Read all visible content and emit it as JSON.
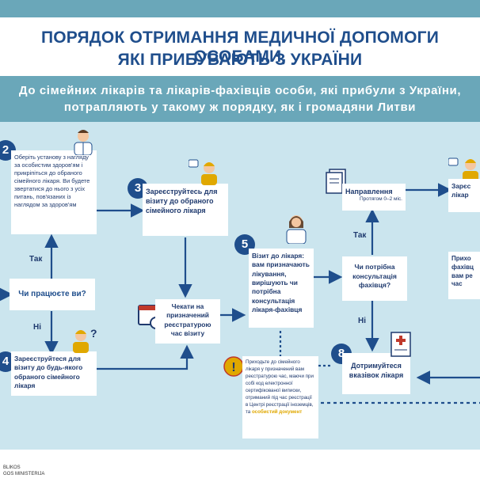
{
  "title": {
    "line1": "ПОРЯДОК ОТРИМАННЯ МЕДИЧНОЇ ДОПОМОГИ ОСОБАМИ,",
    "line2": "ЯКІ ПРИБУВАЮТЬ З УКРАЇНИ"
  },
  "subtitle": {
    "line1": "До сімейних лікарів та лікарів-фахівців особи, які прибули з України,",
    "line2": "потрапляють у такому ж порядку, як і громадяни Литви"
  },
  "steps": {
    "s2": {
      "num": "2",
      "text": "Оберіть установу з нагляду за особистим здоров'ям і прикріпіться до обраного сімейного лікаря. Ви будете звертатися до нього з усіх питань, пов'язаних із наглядом за здоров'ям"
    },
    "s3": {
      "num": "3",
      "text": "Зареєструйтесь для візиту до обраного сімейного лікаря"
    },
    "s4": {
      "num": "4",
      "text": "Зареєструйтеся для візиту до будь-якого обраного сімейного лікаря"
    },
    "s5": {
      "num": "5",
      "text": "Візит до лікаря: вам призначають лікування, вирішують чи потрібна консультація лікаря-фахівця"
    },
    "s8": {
      "num": "8",
      "text": "Дотримуйтеся вказівок лікаря"
    }
  },
  "question_work": "Чи працюєте ви?",
  "wait_box": "Чекати на призначений реєстратурою час візиту",
  "question_specialist": "Чи потрібна консультація фахівця?",
  "referral": {
    "title": "Направлення",
    "note": "Протягом 0–2 міс."
  },
  "right_top": "Зарєс лікар",
  "right_mid": "Прихо фахівц вам ре час",
  "notice": {
    "text": "Приходьте до сімейного лікаря у призначений вам реєстратурою час, маючи при собі код електронної сертифікованої виписки, отриманий під час реєстрації в Центрі реєстрації іноземців, та",
    "highlight": "особистий документ"
  },
  "labels": {
    "yes1": "Так",
    "no1": "Ні",
    "yes2": "Так",
    "no2": "Ні"
  },
  "footer": {
    "line1": "BLIKOS",
    "line2": "GOS MINISTERIJA"
  },
  "colors": {
    "navy": "#1f4e8c",
    "teal": "#6aa7b9",
    "light": "#cbe5ee",
    "warning": "#c0392b",
    "highlight": "#e0a800"
  }
}
